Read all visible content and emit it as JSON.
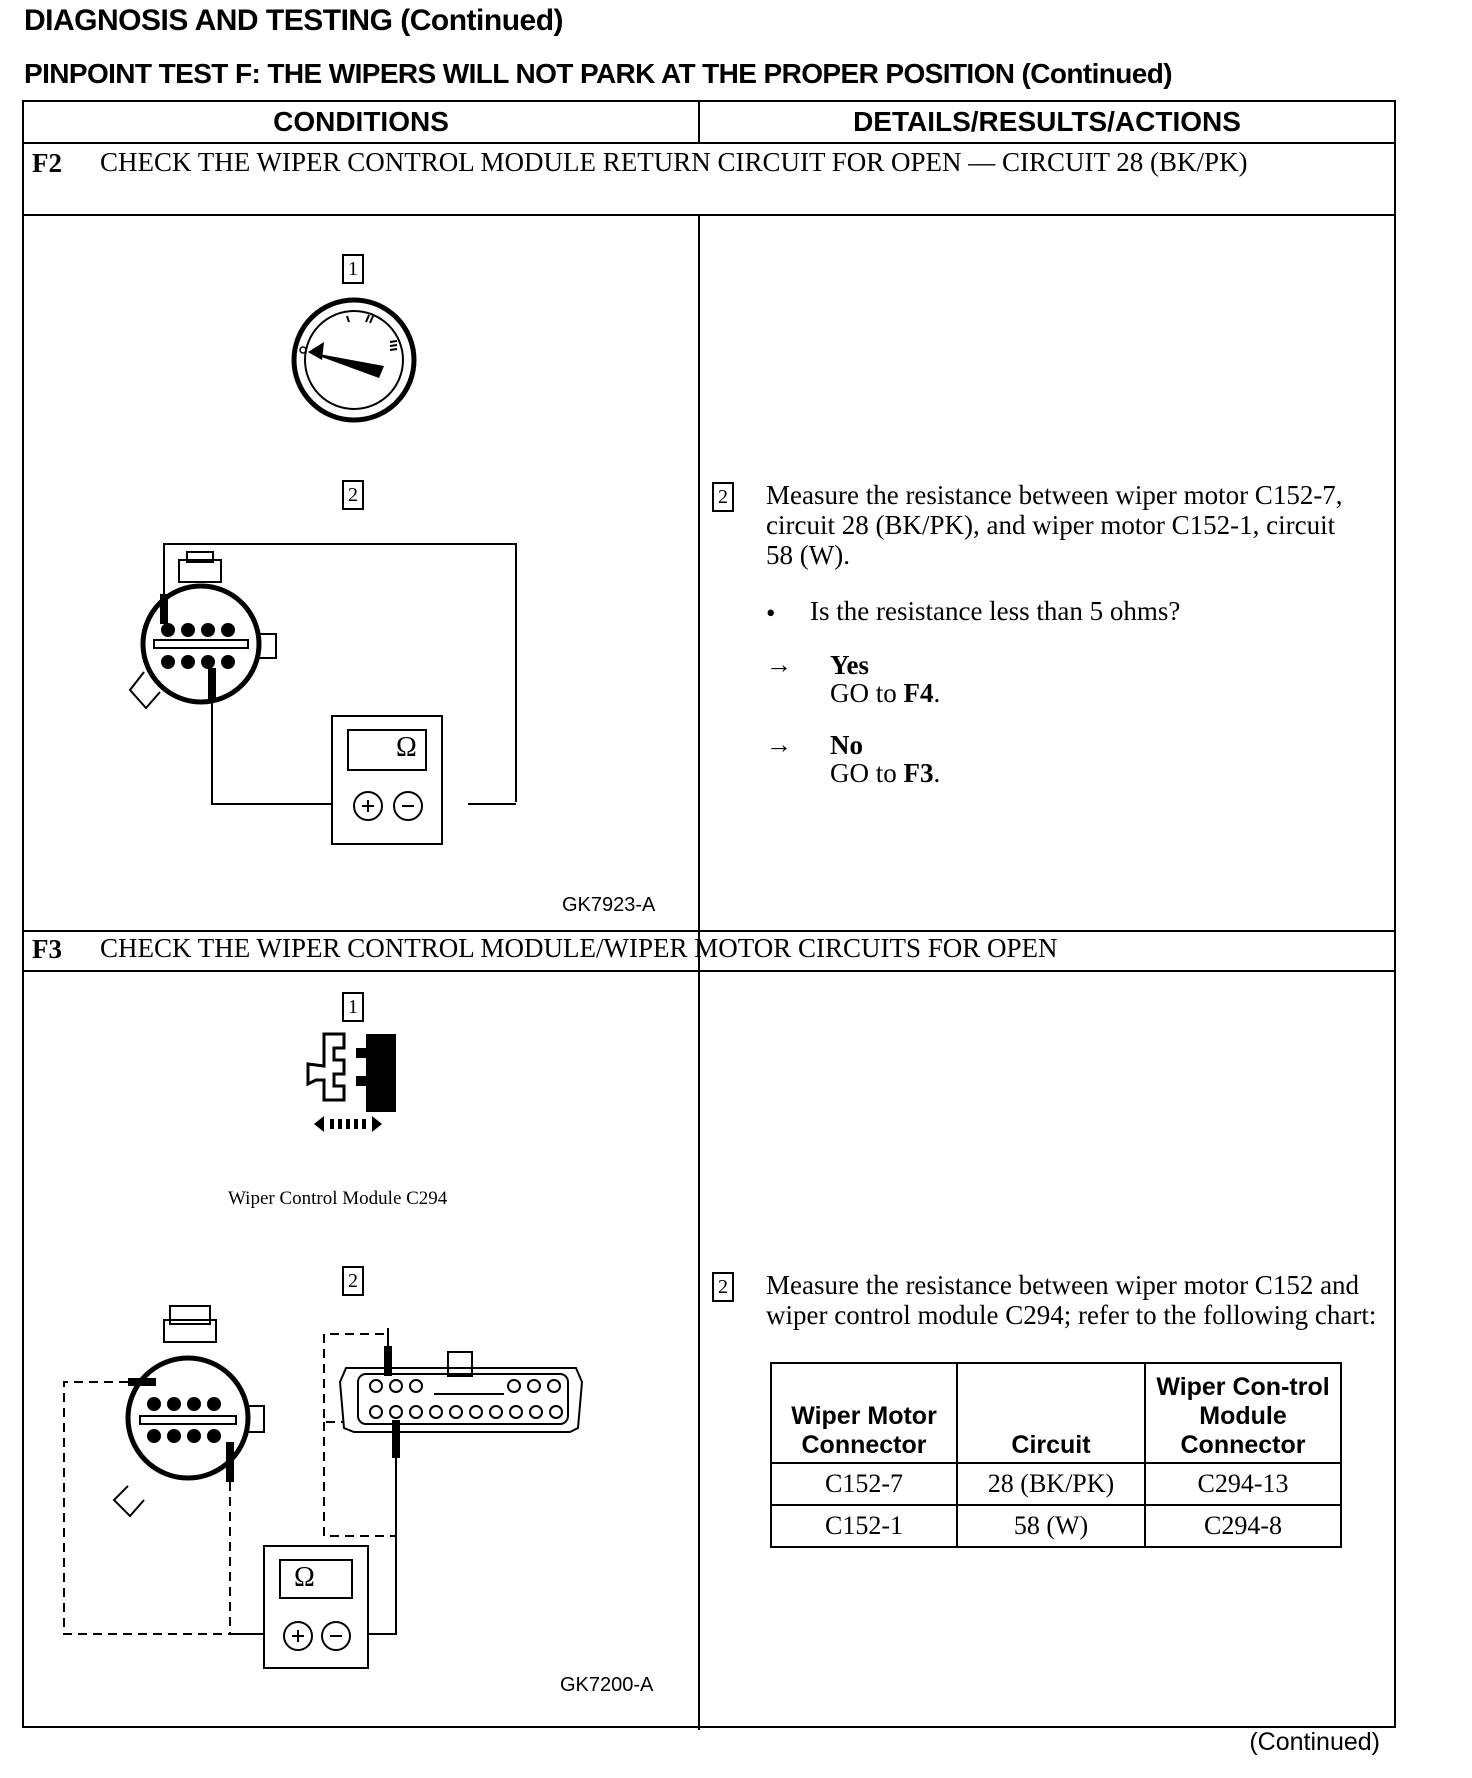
{
  "header": {
    "title": "DIAGNOSIS AND TESTING (Continued)",
    "subtitle": "PINPOINT TEST F:  THE WIPERS WILL NOT PARK AT THE PROPER POSITION (Continued)"
  },
  "columns": {
    "conditions": "CONDITIONS",
    "details": "DETAILS/RESULTS/ACTIONS"
  },
  "steps": [
    {
      "id": "F2",
      "title": "CHECK THE WIPER CONTROL MODULE RETURN CIRCUIT FOR OPEN — CIRCUIT 28 (BK/PK)",
      "figure_code": "GK7923-A",
      "fig_step1": "1",
      "fig_step2": "2",
      "ohm_symbol": "Ω",
      "action_num": "2",
      "action_text": "Measure the resistance between wiper motor C152-7, circuit 28 (BK/PK), and wiper motor C152-1, circuit 58 (W).",
      "question": "Is the resistance less than 5 ohms?",
      "yes_label": "Yes",
      "yes_go_prefix": "GO to ",
      "yes_go_target": "F4",
      "no_label": "No",
      "no_go_prefix": "GO to ",
      "no_go_target": "F3"
    },
    {
      "id": "F3",
      "title": "CHECK THE WIPER CONTROL MODULE/WIPER MOTOR CIRCUITS FOR OPEN",
      "figure_code": "GK7200-A",
      "fig_step1": "1",
      "fig_step2": "2",
      "connector_label": "Wiper Control Module C294",
      "ohm_symbol": "Ω",
      "action_num": "2",
      "action_text": "Measure the resistance between wiper motor C152 and wiper control module C294; refer to the following chart:",
      "table": {
        "headers": [
          "Wiper Motor Connector",
          "Circuit",
          "Wiper Con-trol Module Connector"
        ],
        "rows": [
          [
            "C152-7",
            "28 (BK/PK)",
            "C294-13"
          ],
          [
            "C152-1",
            "58 (W)",
            "C294-8"
          ]
        ]
      }
    }
  ],
  "footer": {
    "continued": "(Continued)"
  }
}
